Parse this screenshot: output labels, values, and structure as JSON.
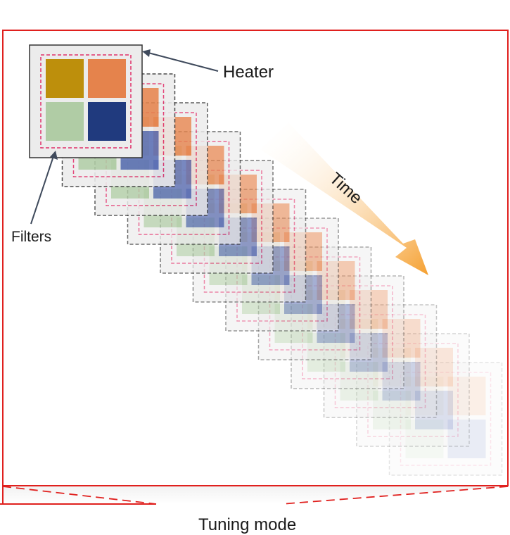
{
  "labels": {
    "heater": "Heater",
    "filters": "Filters",
    "time": "Time",
    "mode": "Tuning mode"
  },
  "colors": {
    "frame": "#e0201e",
    "heater_dash": "#e0306a",
    "tile_border": "#333333",
    "filter_top_left": "#bd8f0c",
    "filter_top_right": "#e5834c",
    "filter_bottom_left": "#b0cca5",
    "filter_bottom_right": "#203a7e",
    "time_arrow": "#f5a030"
  }
}
